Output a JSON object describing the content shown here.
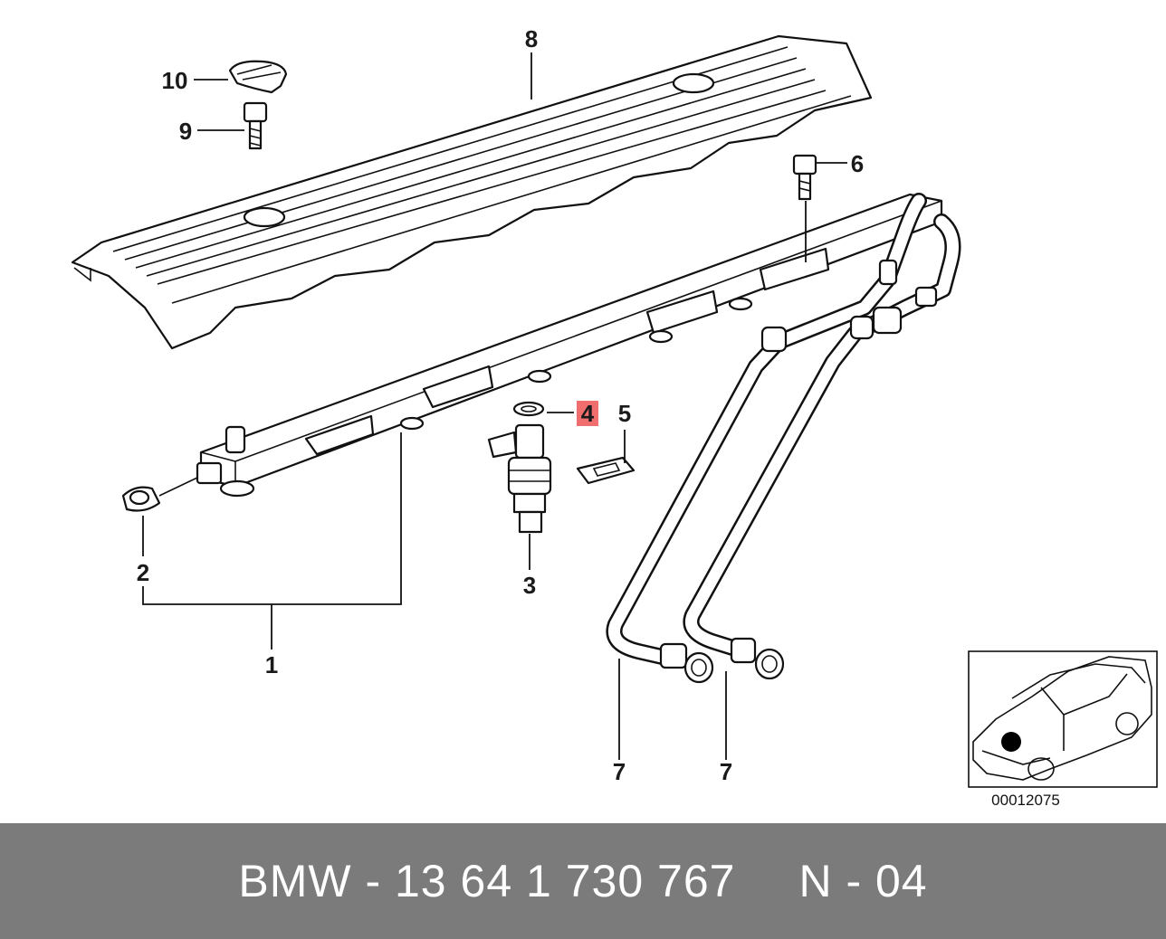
{
  "callouts": {
    "c1": "1",
    "c2": "2",
    "c3": "3",
    "c4": "4",
    "c5": "5",
    "c6": "6",
    "c7a": "7",
    "c7b": "7",
    "c8": "8",
    "c9": "9",
    "c10": "10"
  },
  "highlighted_callout": "4",
  "reference_code": "00012075",
  "footer": {
    "part_number": "BMW - 13 64 1 730 767",
    "position": "N - 04"
  },
  "colors": {
    "highlight": "#f06e6e",
    "footer_bg": "#7b7b7b",
    "footer_text": "#ffffff",
    "line": "#111111"
  }
}
